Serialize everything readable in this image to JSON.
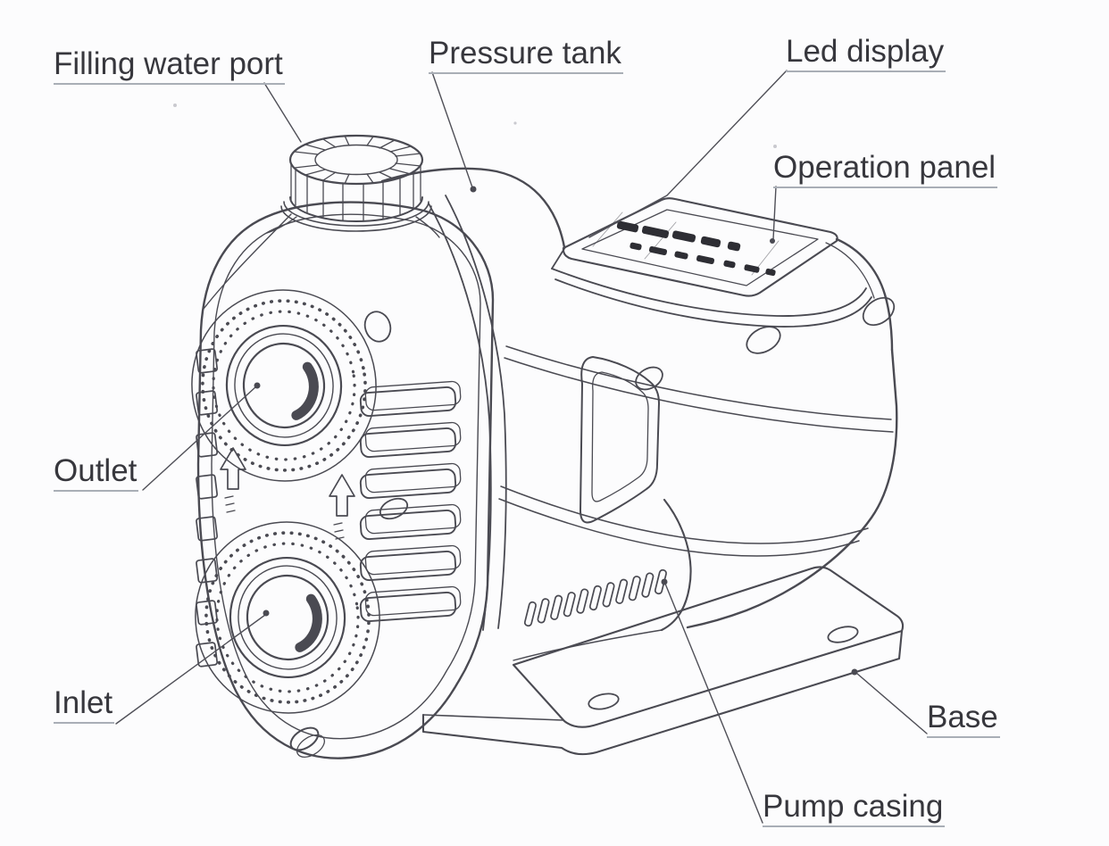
{
  "figure": {
    "kind": "technical parts diagram (scanned line art)",
    "background_color": "#fcfcfd",
    "line_color": "#4a4a52",
    "label_text_color": "#37373d",
    "label_underline_color": "#a9aeb6",
    "led_segment_color": "#2e2e34",
    "labels": [
      {
        "id": "filling-water-port",
        "text": "Filling water port"
      },
      {
        "id": "pressure-tank",
        "text": "Pressure tank"
      },
      {
        "id": "led-display",
        "text": "Led display"
      },
      {
        "id": "operation-panel",
        "text": "Operation panel"
      },
      {
        "id": "outlet",
        "text": "Outlet"
      },
      {
        "id": "inlet",
        "text": "Inlet"
      },
      {
        "id": "base",
        "text": "Base"
      },
      {
        "id": "pump-casing",
        "text": "Pump casing"
      }
    ]
  }
}
